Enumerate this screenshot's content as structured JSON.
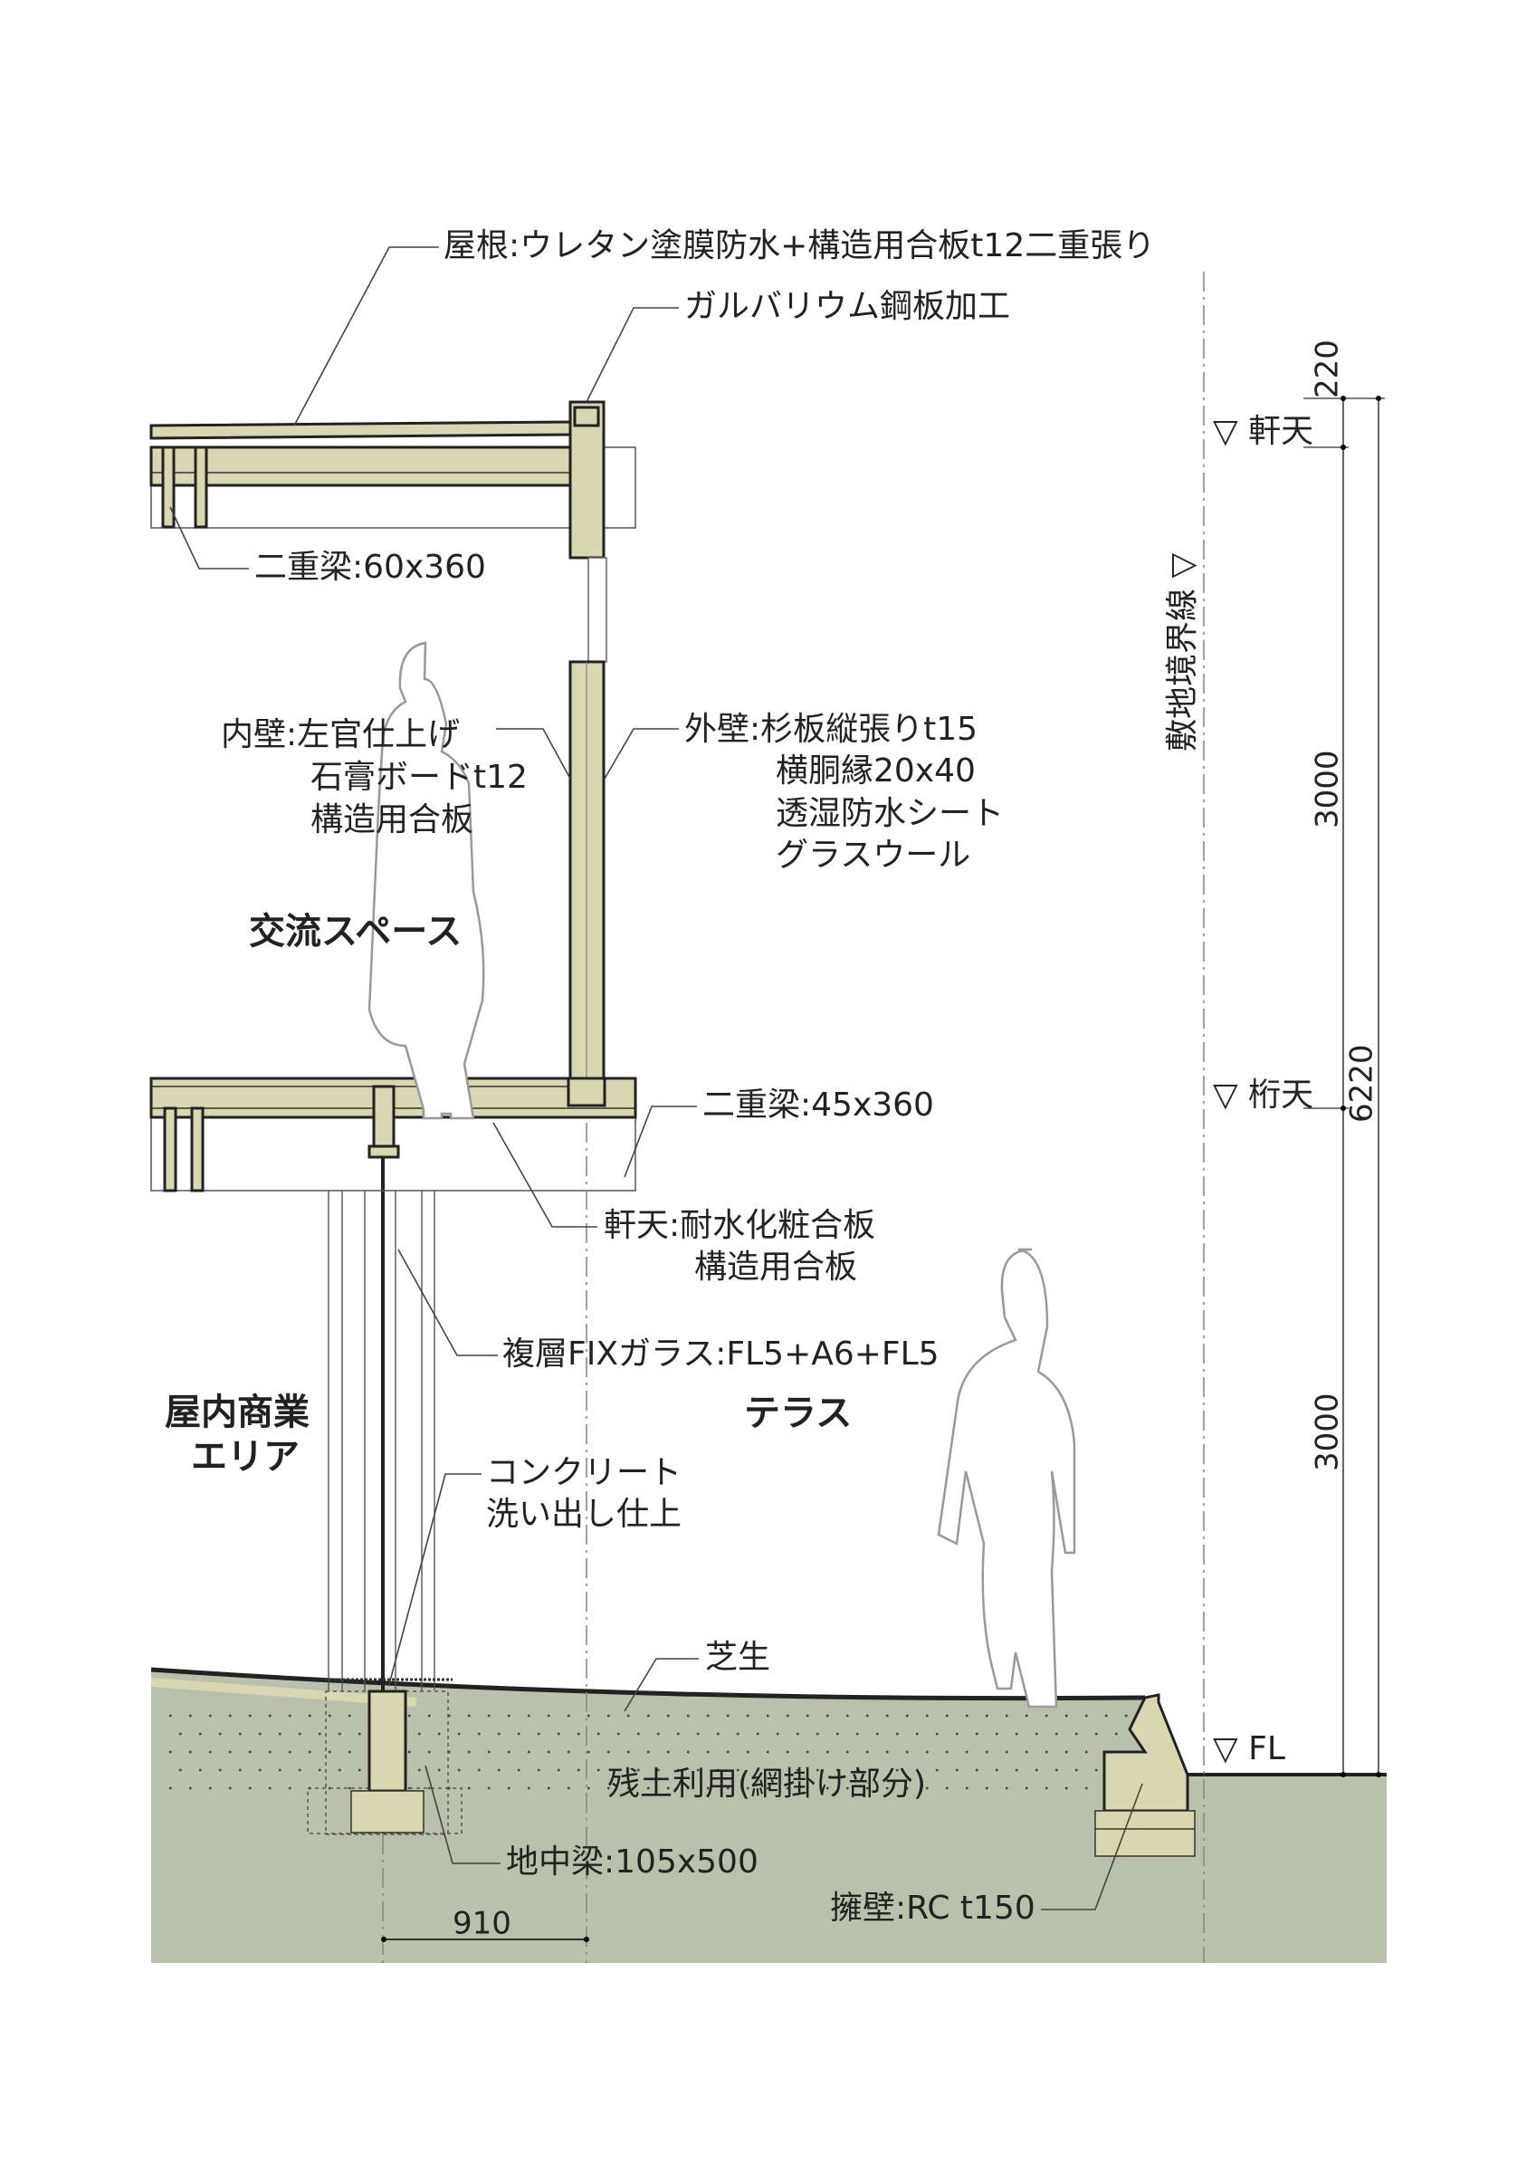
{
  "labels": {
    "roof": "屋根:ウレタン塗膜防水+構造用合板t12二重張り",
    "galvalume": "ガルバリウム鋼板加工",
    "beam_upper": "二重梁:60x360",
    "inner_wall": [
      "内壁:左官仕上げ",
      "石膏ボードt12",
      "構造用合板"
    ],
    "outer_wall": [
      "外壁:杉板縦張りt15",
      "横胴縁20x40",
      "透湿防水シート",
      "グラスウール"
    ],
    "beam_lower": "二重梁:45x360",
    "soffit": [
      "軒天:耐水化粧合板",
      "構造用合板"
    ],
    "glass": "複層FIXガラス:FL5+A6+FL5",
    "concrete": [
      "コンクリート",
      "洗い出し仕上"
    ],
    "lawn": "芝生",
    "soil": "残土利用(網掛け部分)",
    "ground_beam": "地中梁:105x500",
    "retaining_wall": "擁壁:RC t150",
    "boundary": "敷地境界線 ▽"
  },
  "rooms": {
    "exchange_space": "交流スペース",
    "indoor_commercial": [
      "屋内商業",
      "エリア"
    ],
    "terrace": "テラス"
  },
  "levels": {
    "eaves_ceiling": "▽ 軒天",
    "beam_top": "▽ 桁天",
    "floor": "▽ FL"
  },
  "dimensions": {
    "d220": "220",
    "d3000_upper": "3000",
    "d6220": "6220",
    "d3000_lower": "3000",
    "d910": "910"
  },
  "colors": {
    "wood": "#d9d7b2",
    "ground": "#b9c0ab"
  }
}
